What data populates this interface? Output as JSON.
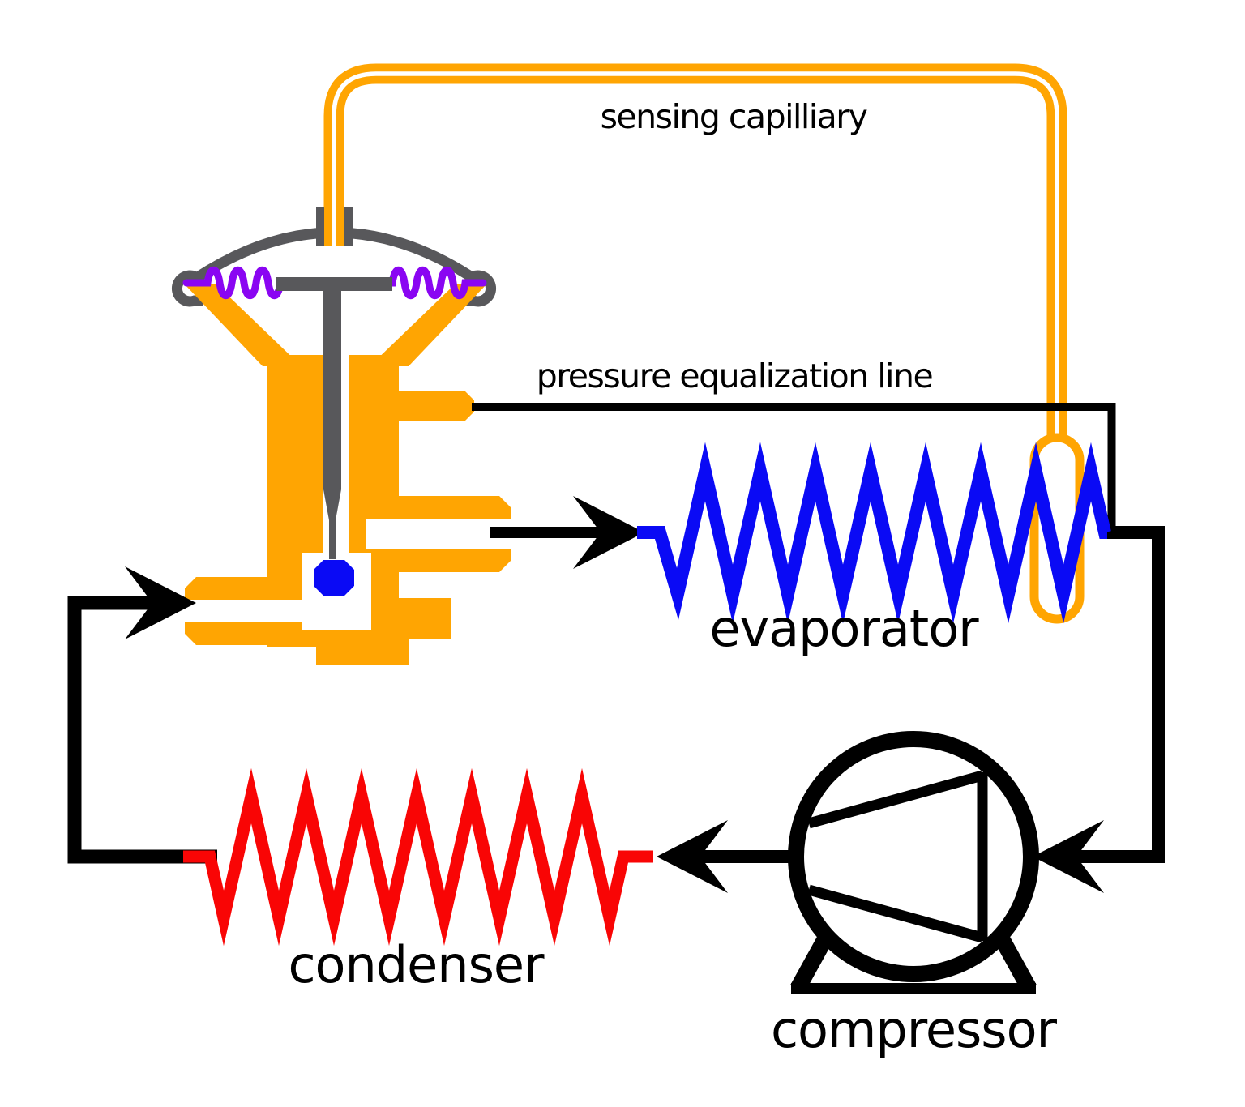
{
  "labels": {
    "sensing_capillary": "sensing capilliary",
    "pressure_equalization_line": "pressure equalization line",
    "evaporator": "evaporator",
    "condenser": "condenser",
    "compressor": "compressor"
  },
  "colors": {
    "valve_body_orange": "#FFA502",
    "housing_gray": "#58585B",
    "diaphragm_purple": "#8A05F2",
    "evaporator_blue": "#0A0AF5",
    "condenser_red": "#F90505",
    "pipe_black": "#000000"
  }
}
